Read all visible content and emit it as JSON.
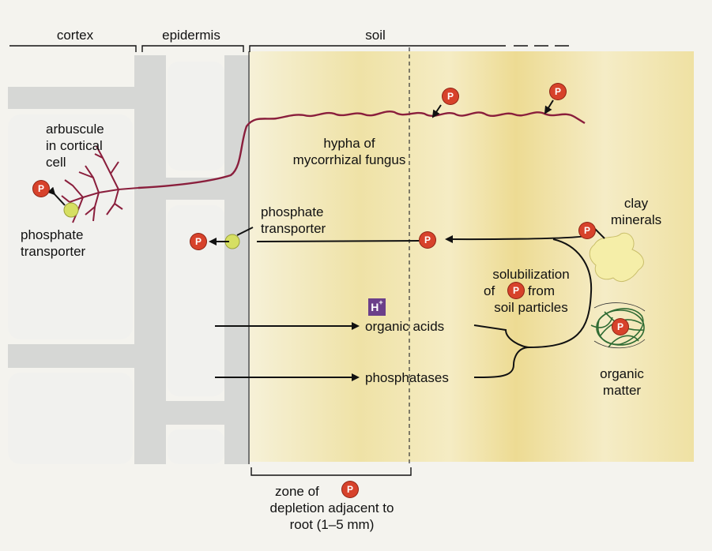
{
  "regions": {
    "cortex": "cortex",
    "epidermis": "epidermis",
    "soil": "soil"
  },
  "labels": {
    "arbuscule": [
      "arbuscule",
      "in cortical",
      "cell"
    ],
    "phosphate_transporter_left": [
      "phosphate",
      "transporter"
    ],
    "phosphate_transporter_mid": [
      "phosphate",
      "transporter"
    ],
    "hypha": [
      "hypha of",
      "mycorrhizal fungus"
    ],
    "clay": [
      "clay",
      "minerals"
    ],
    "solubilization": {
      "line1": "solubilization",
      "of": "of",
      "from": "from",
      "line3": "soil particles"
    },
    "organic_acids": "organic acids",
    "phosphatases": "phosphatases",
    "organic_matter": [
      "organic",
      "matter"
    ],
    "zone": {
      "line1": "zone of",
      "line2": "depletion adjacent to",
      "line3": "root (1–5 mm)"
    }
  },
  "symbols": {
    "phosphate": "P",
    "proton": "H",
    "proton_sup": "+"
  },
  "colors": {
    "soil": "#f3ebbd",
    "soil_band": "#ecd98a",
    "root_tissue": "#d7d8d6",
    "hypha": "#8a1e3c",
    "phosphate": "#d7422b",
    "transporter": "#d6df62",
    "proton_box": "#6b3f8a",
    "clay": "#f5eea8"
  },
  "icons": [
    "phosphate-icon",
    "transporter-icon",
    "proton-icon",
    "clay-particle-icon",
    "organic-matter-icon"
  ]
}
